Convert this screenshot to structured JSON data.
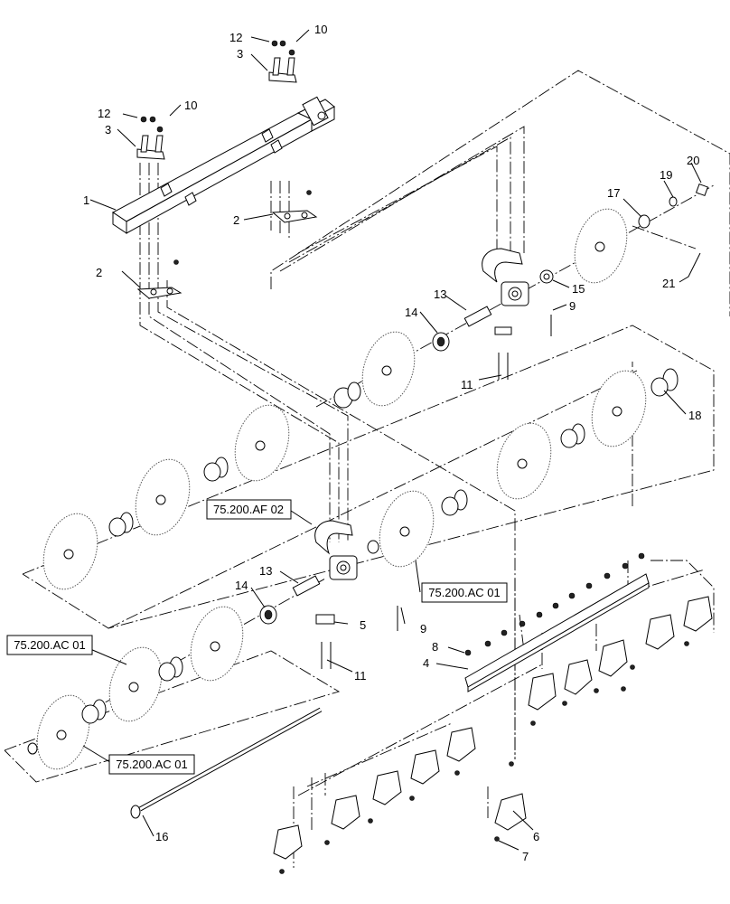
{
  "diagram": {
    "callouts": [
      "1",
      "2",
      "2",
      "3",
      "3",
      "4",
      "5",
      "6",
      "7",
      "8",
      "9",
      "9",
      "10",
      "10",
      "11",
      "11",
      "12",
      "12",
      "13",
      "13",
      "14",
      "14",
      "15",
      "16",
      "17",
      "18",
      "19",
      "20",
      "21"
    ],
    "references": [
      "75.200.AF 02",
      "75.200.AC 01",
      "75.200.AC 01",
      "75.200.AC 01"
    ]
  }
}
